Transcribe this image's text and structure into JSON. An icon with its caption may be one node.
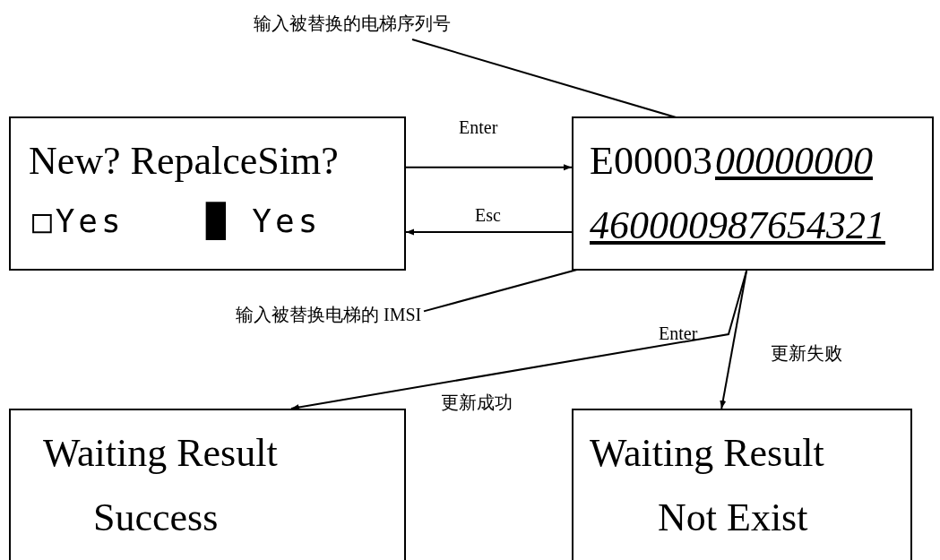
{
  "diagram": {
    "nodes": [
      {
        "text": [
          "New? RepalceSim?",
          "□Yes",
          "█ Yes"
        ]
      },
      {
        "text": [
          "E00003",
          "00000000",
          "460000987654321"
        ]
      },
      {
        "text": [
          "Waiting Result",
          "Success"
        ]
      },
      {
        "text": [
          "Waiting Result",
          "Not Exist"
        ]
      },
      {
        "text": [
          "输入被替换的电梯序列号"
        ]
      },
      {
        "text": [
          "输入被替换电梯的 IMSI"
        ]
      }
    ],
    "edges": [
      {
        "from": 0,
        "to": 1,
        "arrow": "to",
        "label": "Enter"
      },
      {
        "from": 1,
        "to": 0,
        "arrow": "to",
        "label": "Esc"
      },
      {
        "from": 1,
        "to": 2,
        "arrow": "to",
        "label": "更新成功"
      },
      {
        "from": 1,
        "to": 3,
        "arrow": "to",
        "label": "更新失败"
      },
      {
        "from": 4,
        "to": 1,
        "arrow": "none"
      },
      {
        "from": 5,
        "to": 1,
        "arrow": "none"
      }
    ],
    "labels": [
      "Enter"
    ]
  }
}
